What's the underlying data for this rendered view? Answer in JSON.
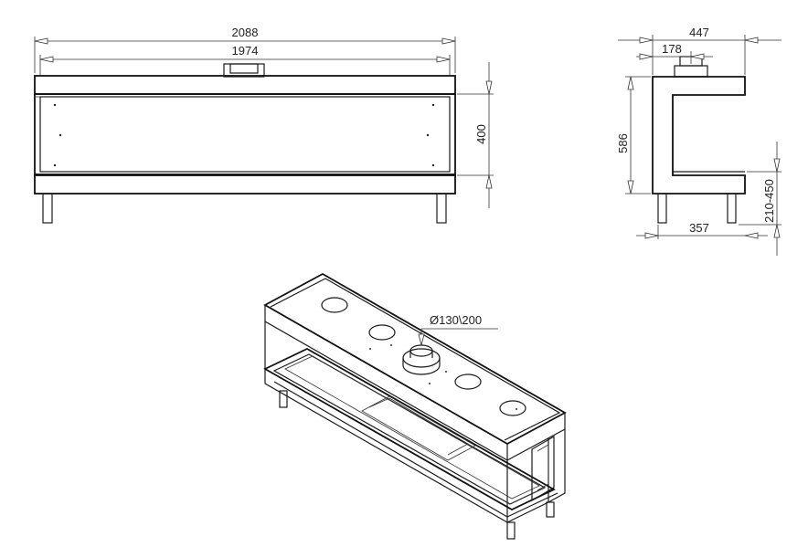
{
  "front_view": {
    "overall_width": "2088",
    "glass_width": "1974",
    "height": "400"
  },
  "side_view": {
    "overall_depth": "447",
    "flue_offset": "178",
    "height": "586",
    "leg_depth": "357",
    "leg_height_range": "210-450"
  },
  "iso_view": {
    "flue_diameter": "Ø130\\200"
  }
}
